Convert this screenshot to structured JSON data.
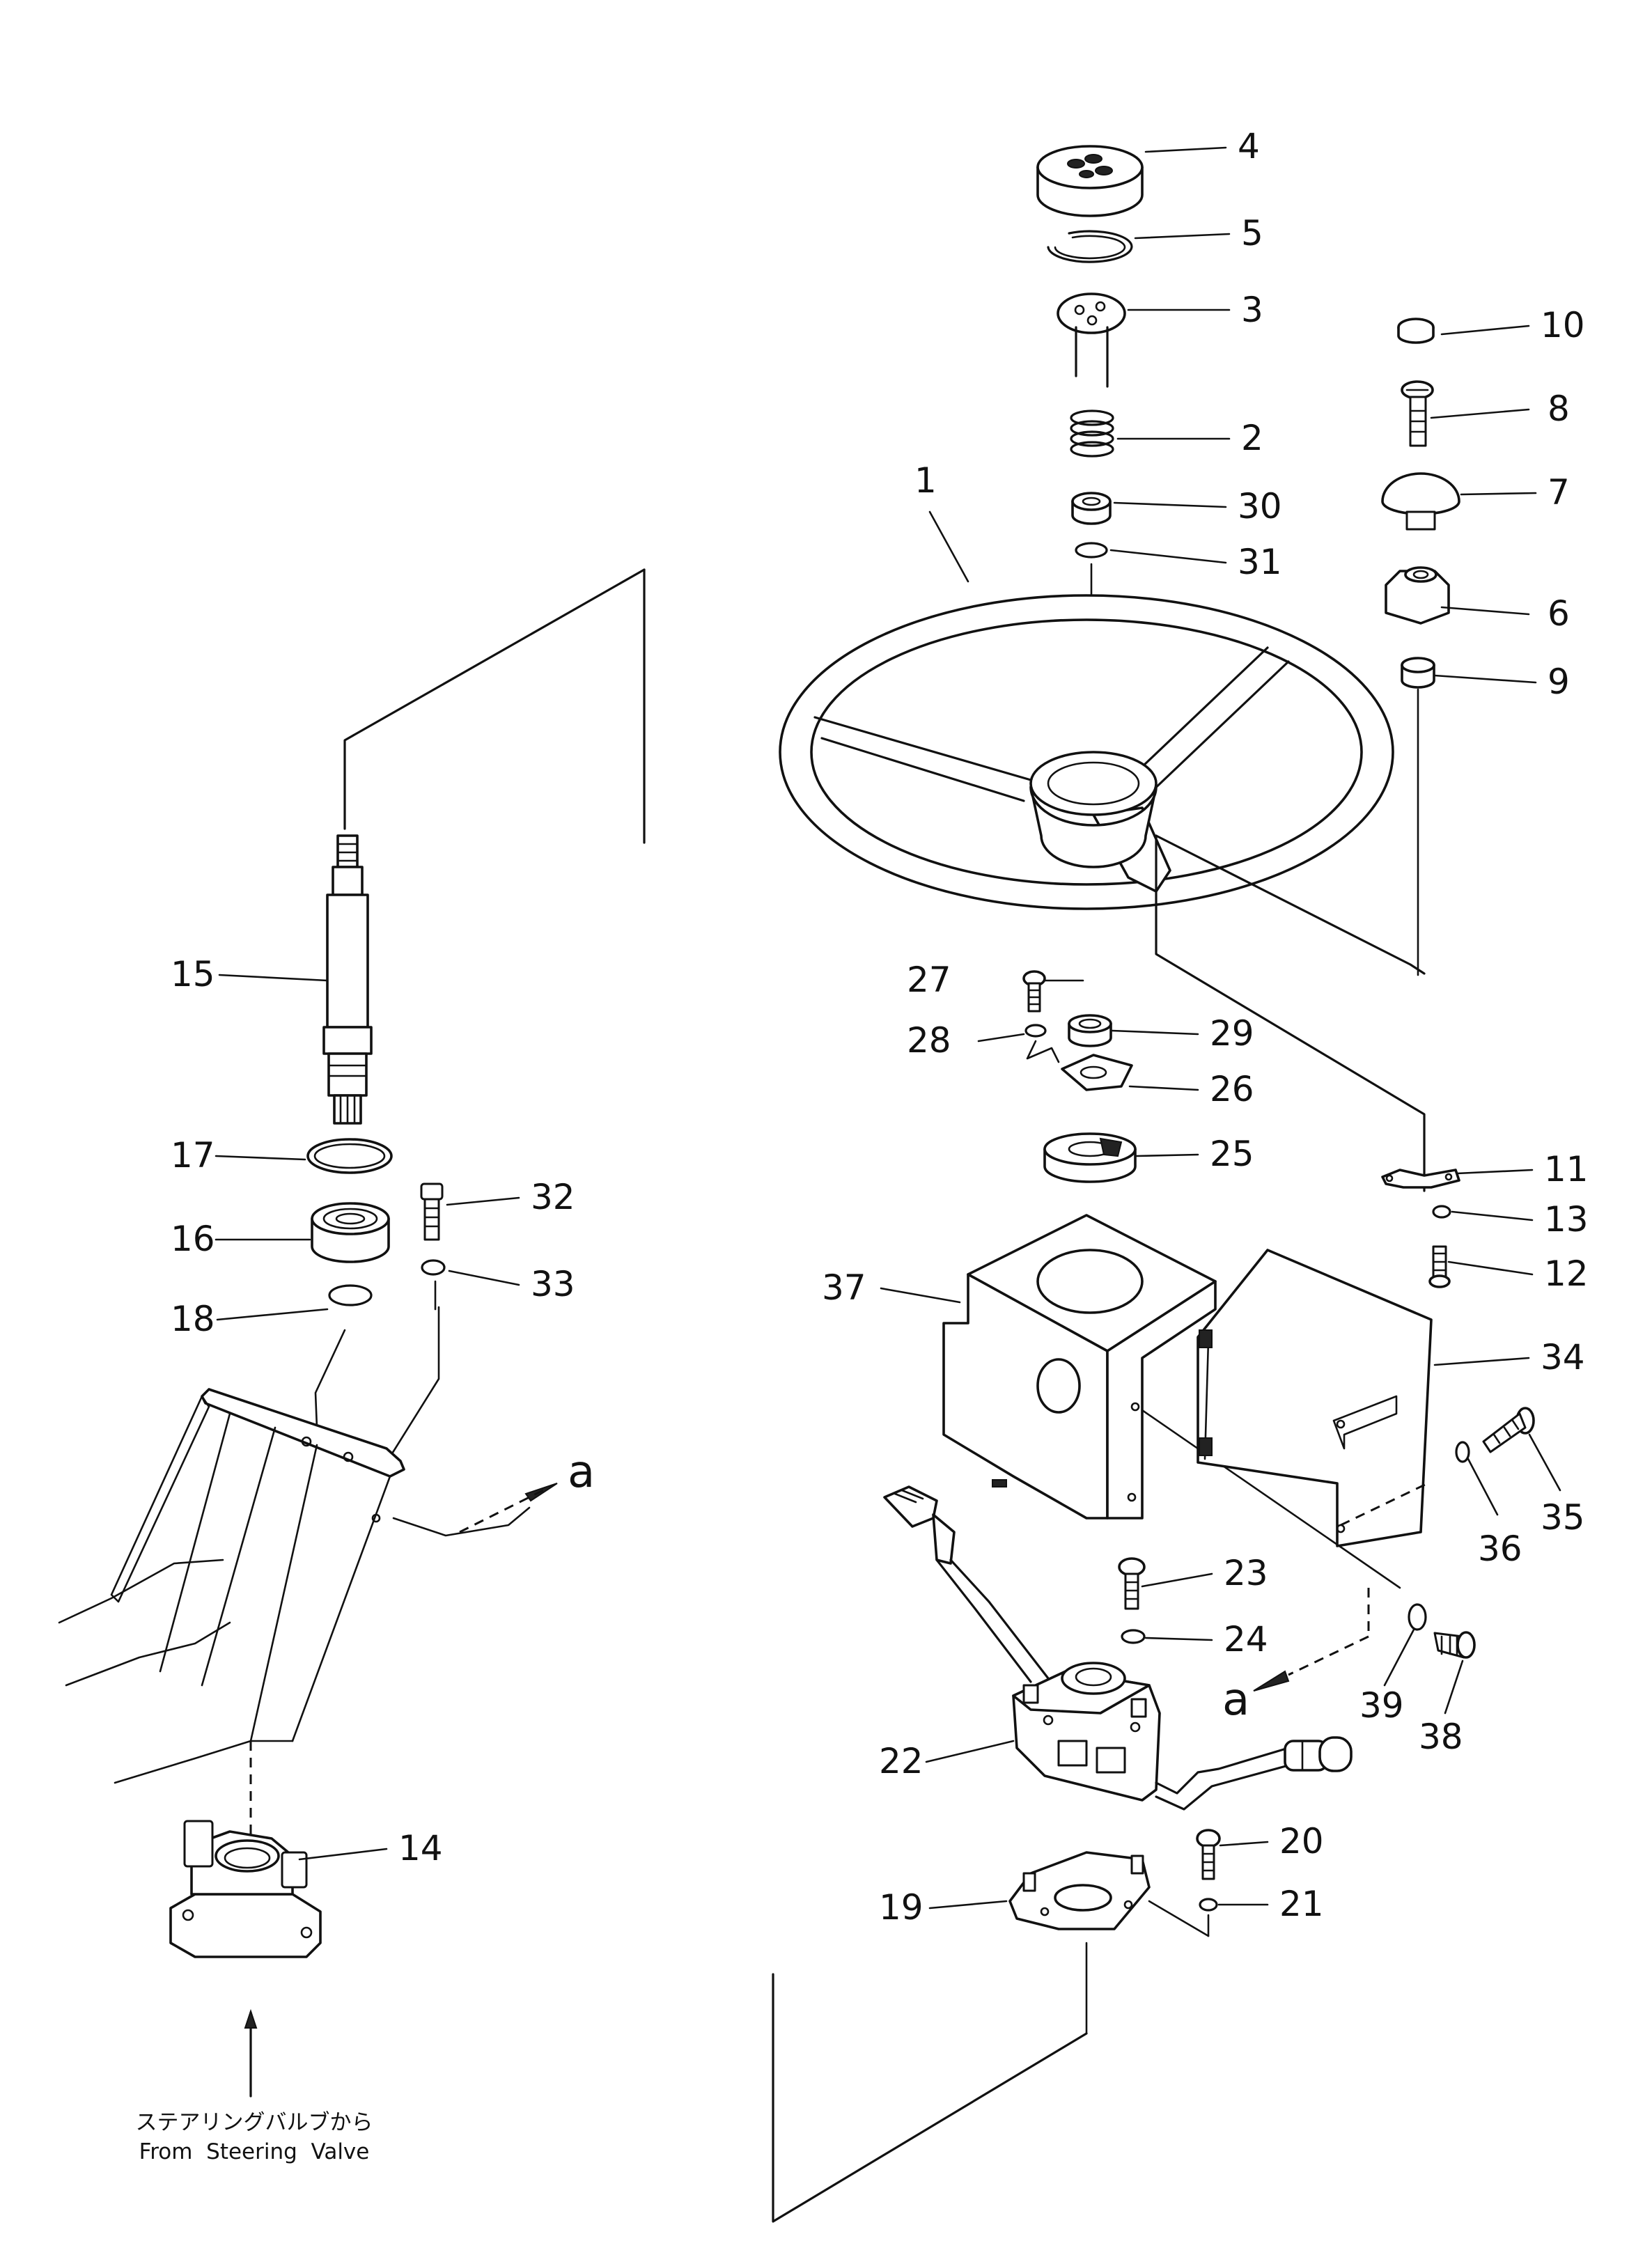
{
  "parts": [
    {
      "no": "1"
    },
    {
      "no": "2"
    },
    {
      "no": "3"
    },
    {
      "no": "4"
    },
    {
      "no": "5"
    },
    {
      "no": "6"
    },
    {
      "no": "7"
    },
    {
      "no": "8"
    },
    {
      "no": "9"
    },
    {
      "no": "10"
    },
    {
      "no": "11"
    },
    {
      "no": "12"
    },
    {
      "no": "13"
    },
    {
      "no": "14"
    },
    {
      "no": "15"
    },
    {
      "no": "16"
    },
    {
      "no": "17"
    },
    {
      "no": "18"
    },
    {
      "no": "19"
    },
    {
      "no": "20"
    },
    {
      "no": "21"
    },
    {
      "no": "22"
    },
    {
      "no": "23"
    },
    {
      "no": "24"
    },
    {
      "no": "25"
    },
    {
      "no": "26"
    },
    {
      "no": "27"
    },
    {
      "no": "28"
    },
    {
      "no": "29"
    },
    {
      "no": "30"
    },
    {
      "no": "31"
    },
    {
      "no": "32"
    },
    {
      "no": "33"
    },
    {
      "no": "34"
    },
    {
      "no": "35"
    },
    {
      "no": "36"
    },
    {
      "no": "37"
    },
    {
      "no": "38"
    },
    {
      "no": "39"
    }
  ],
  "reference_marks": {
    "left": "a",
    "right": "a"
  },
  "caption": {
    "japanese": "ステアリングバルブから",
    "english": "From  Steering  Valve"
  }
}
